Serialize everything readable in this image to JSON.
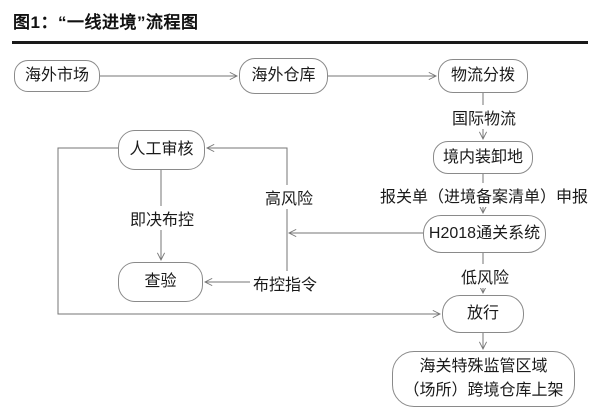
{
  "title": "图1：“一线进境”流程图",
  "colors": {
    "background": "#ffffff",
    "line": "#757575",
    "node_border": "#8a8a8a",
    "text": "#1a1a1a",
    "title_rule": "#1a1a1a"
  },
  "nodes": [
    {
      "label": "海外市场"
    },
    {
      "label": "海外仓库"
    },
    {
      "label": "物流分拨"
    },
    {
      "label": "境内装卸地"
    },
    {
      "label": "H2018通关系统"
    },
    {
      "label": "人工审核"
    },
    {
      "label": "查验"
    },
    {
      "label": "放行"
    },
    {
      "lines": [
        "海关特殊监管区域",
        "（场所）跨境仓库上架"
      ]
    }
  ],
  "edge_labels": {
    "international_logistics": "国际物流",
    "declaration": "报关单（进境备案清单）申报",
    "high_risk": "高风险",
    "instant_control": "即决布控",
    "control_instruction": "布控指令",
    "low_risk": "低风险"
  },
  "flows": [
    {
      "from": "海外市场",
      "to": "海外仓库",
      "label": ""
    },
    {
      "from": "海外仓库",
      "to": "物流分拨",
      "label": ""
    },
    {
      "from": "物流分拨",
      "to": "境内装卸地",
      "label": "国际物流"
    },
    {
      "from": "境内装卸地",
      "to": "H2018通关系统",
      "label": "报关单（进境备案清单）申报"
    },
    {
      "from": "H2018通关系统",
      "to": "人工审核",
      "label": "高风险"
    },
    {
      "from": "H2018通关系统",
      "to": "查验",
      "label": "布控指令"
    },
    {
      "from": "人工审核",
      "to": "查验",
      "label": "即决布控"
    },
    {
      "from": "人工审核",
      "to": "放行",
      "label": ""
    },
    {
      "from": "H2018通关系统",
      "to": "放行",
      "label": "低风险"
    },
    {
      "from": "放行",
      "to": "海关特殊监管区域（场所）跨境仓库上架",
      "label": ""
    }
  ]
}
